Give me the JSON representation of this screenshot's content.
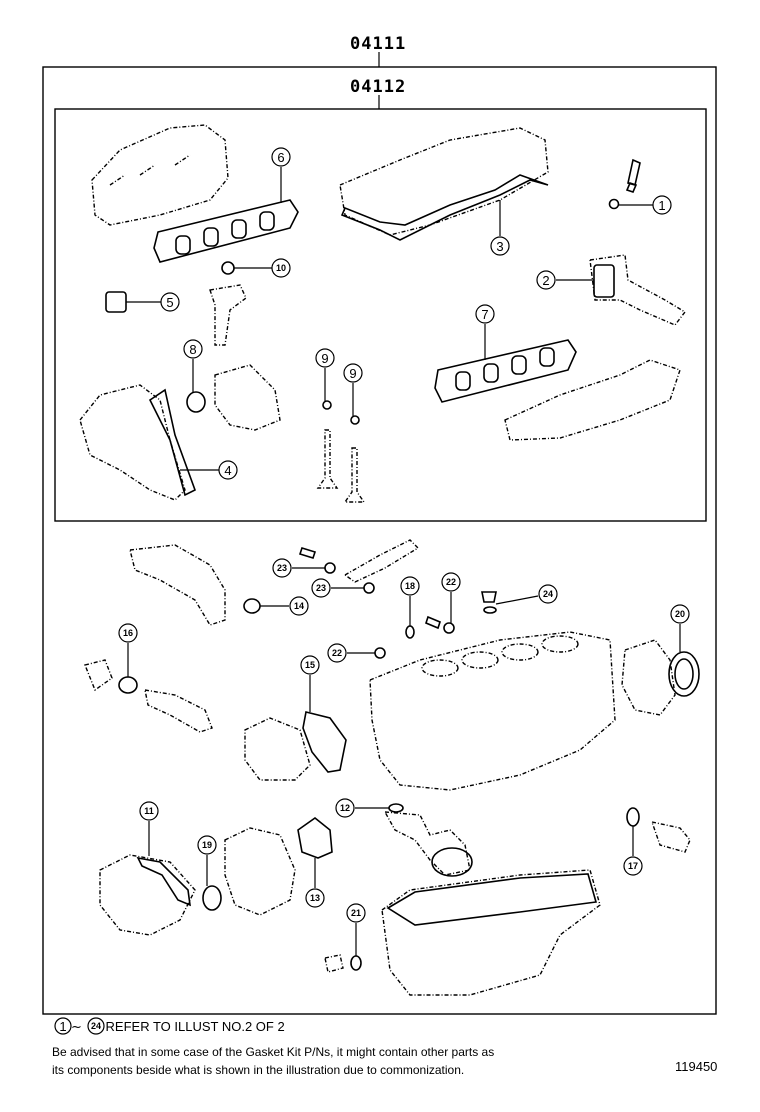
{
  "header": {
    "code_outer": "04111",
    "code_inner": "04112"
  },
  "callouts": {
    "c1": "1",
    "c2": "2",
    "c3": "3",
    "c4": "4",
    "c5": "5",
    "c6": "6",
    "c7": "7",
    "c8": "8",
    "c9a": "9",
    "c9b": "9",
    "c10": "10",
    "c11": "11",
    "c12": "12",
    "c13": "13",
    "c14": "14",
    "c15": "15",
    "c16": "16",
    "c17": "17",
    "c18": "18",
    "c19": "19",
    "c20": "20",
    "c21": "21",
    "c22a": "22",
    "c22b": "22",
    "c23a": "23",
    "c23b": "23",
    "c24": "24"
  },
  "footer": {
    "range_start": "1",
    "range_sep": "~",
    "range_end": "24",
    "refer_text": "REFER TO ILLUST NO.2 OF 2",
    "note_line1": "Be advised that in some case of the Gasket Kit P/Ns,  it might contain other parts as",
    "note_line2": "its components beside what is shown in the illustration due to commonization.",
    "illustration_number": "119450"
  }
}
